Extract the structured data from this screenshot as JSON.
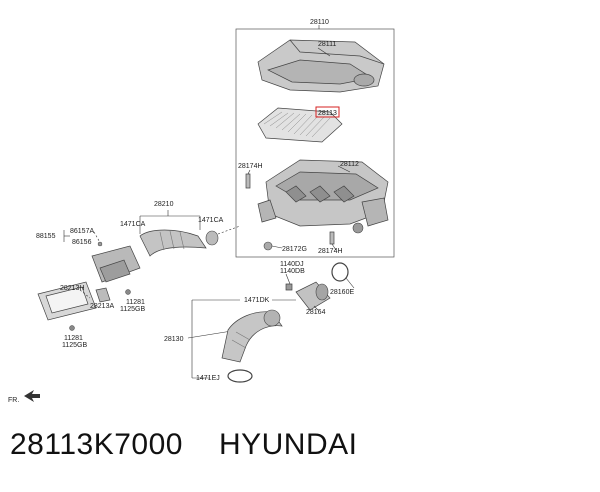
{
  "diagram": {
    "labels": {
      "l28110": "28110",
      "l28111": "28111",
      "l28113": "28113",
      "l28174H_a": "28174H",
      "l28112": "28112",
      "l28172G": "28172G",
      "l28174H_b": "28174H",
      "l28210": "28210",
      "l1471CA_a": "1471CA",
      "l1471CA_b": "1471CA",
      "l88155": "88155",
      "l86157A": "86157A",
      "l86156": "86156",
      "l28213H": "28213H",
      "l28213A": "28213A",
      "l11281_a": "11281",
      "l1125GB_a": "1125GB",
      "l11281_b": "11281",
      "l1125GB_b": "1125GB",
      "l1140DJ": "1140DJ",
      "l1140DB": "1140DB",
      "l28160E": "28160E",
      "l1471DK": "1471DK",
      "l28164": "28164",
      "l28130": "28130",
      "l1471EJ": "1471EJ",
      "fr": "FR."
    }
  },
  "caption": {
    "part_number": "28113K7000",
    "brand": "HYUNDAI"
  },
  "colors": {
    "highlight": "#d62020",
    "part_fill": "#cfcfcf",
    "part_dark": "#9a9a9a"
  }
}
